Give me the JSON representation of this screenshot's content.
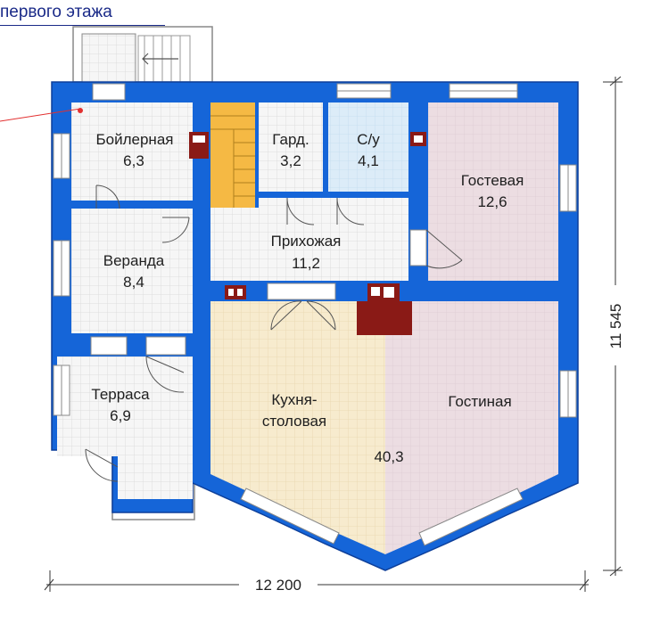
{
  "header": {
    "title": "первого этажа"
  },
  "rooms": {
    "boiler": {
      "name": "Бойлерная",
      "area": "6,3"
    },
    "wardrobe": {
      "name": "Гард.",
      "area": "3,2"
    },
    "bathroom": {
      "name": "С/у",
      "area": "4,1"
    },
    "guest": {
      "name": "Гостевая",
      "area": "12,6"
    },
    "veranda": {
      "name": "Веранда",
      "area": "8,4"
    },
    "hall": {
      "name": "Прихожая",
      "area": "11,2"
    },
    "terrace": {
      "name": "Терраса",
      "area": "6,9"
    },
    "kitchen": {
      "name_line1": "Кухня-",
      "name_line2": "столовая"
    },
    "living": {
      "name": "Гостиная"
    },
    "kitchen_living_area": "40,3"
  },
  "dimensions": {
    "width": "12 200",
    "height": "11 545"
  },
  "colors": {
    "wall": "#1565d8",
    "wall_edge": "#0d3f9a",
    "floor_grid": "#f4f4f4",
    "kitchen_floor": "#f7ebce",
    "living_floor": "#ecdde2",
    "bath_floor": "#dcecf8",
    "stairs": "#f5b944",
    "stove": "#8a1a16"
  }
}
